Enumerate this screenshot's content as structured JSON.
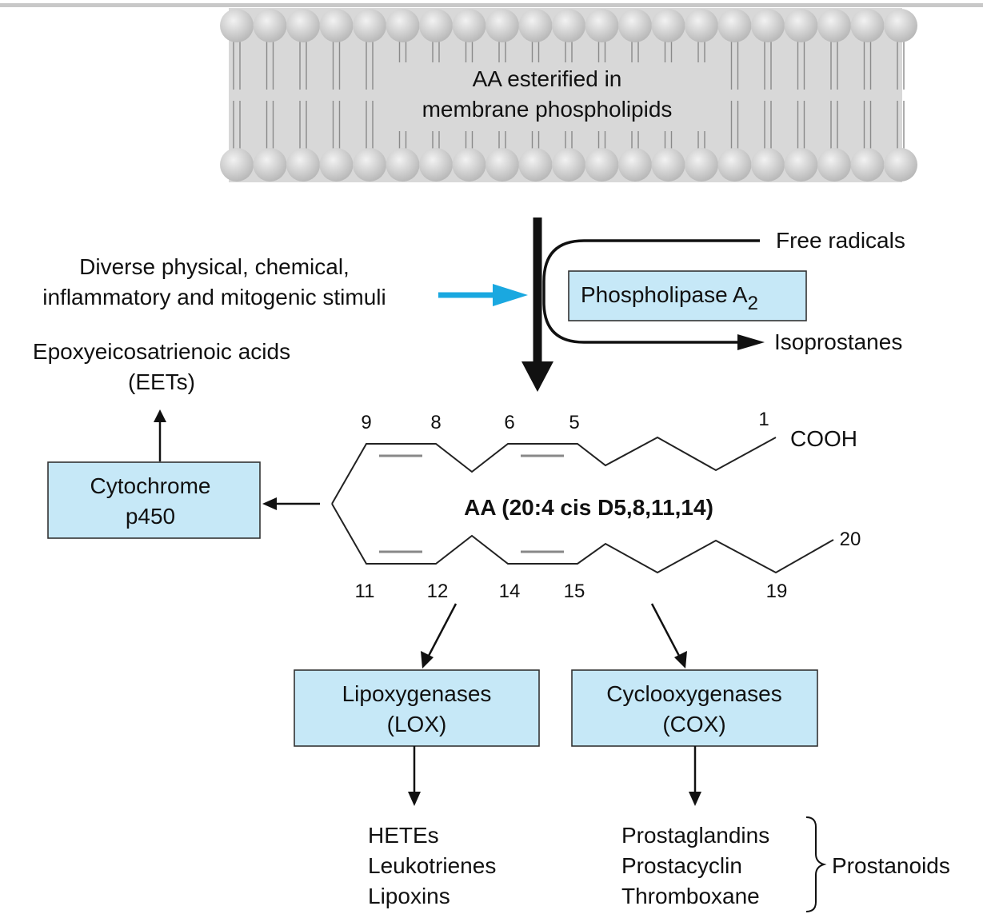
{
  "membrane": {
    "line1": "AA esterified in",
    "line2": "membrane phospholipids"
  },
  "stimuli": {
    "line1": "Diverse physical, chemical,",
    "line2": "inflammatory and mitogenic stimuli"
  },
  "free_radicals": "Free radicals",
  "isoprostanes": "Isoprostanes",
  "phospholipase": {
    "text": "Phospholipase A",
    "subscript": "2"
  },
  "eets": {
    "line1": "Epoxyeicosatrienoic acids",
    "line2": "(EETs)"
  },
  "cytochrome": {
    "line1": "Cytochrome",
    "line2": "p450"
  },
  "aa_molecule": {
    "name": "AA (20:4 cis D5,8,11,14)",
    "cooh": "COOH",
    "carbon_labels": {
      "c9": "9",
      "c8": "8",
      "c6": "6",
      "c5": "5",
      "c1": "1",
      "c11": "11",
      "c12": "12",
      "c14": "14",
      "c15": "15",
      "c19": "19",
      "c20": "20"
    }
  },
  "lox": {
    "line1": "Lipoxygenases",
    "line2": "(LOX)",
    "products": [
      "HETEs",
      "Leukotrienes",
      "Lipoxins"
    ]
  },
  "cox": {
    "line1": "Cyclooxygenases",
    "line2": "(COX)",
    "products": [
      "Prostaglandins",
      "Prostacyclin",
      "Thromboxane"
    ]
  },
  "prostanoids": "Prostanoids",
  "colors": {
    "box_fill": "#c6e8f7",
    "stimulus_arrow": "#1aa8e0",
    "membrane_bg": "#d6d6d6",
    "membrane_head": "#c4c4c4"
  }
}
